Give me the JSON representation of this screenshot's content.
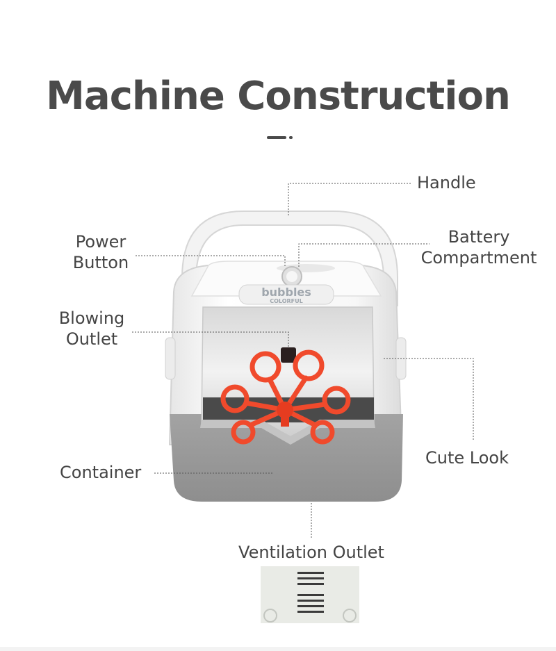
{
  "title": "Machine Construction",
  "labels": {
    "handle": "Handle",
    "power_1": "Power",
    "power_2": "Button",
    "battery_1": "Battery",
    "battery_2": "Compartment",
    "blowing_1": "Blowing",
    "blowing_2": "Outlet",
    "cute": "Cute Look",
    "container": "Container",
    "ventilation": "Ventilation Outlet"
  },
  "product": {
    "logo_main": "bubbles",
    "logo_sub": "COLORFUL"
  },
  "colors": {
    "text": "#444444",
    "shell": "#f4f4f4",
    "base": "#9a9a9a",
    "wand": "#f04a2c"
  }
}
